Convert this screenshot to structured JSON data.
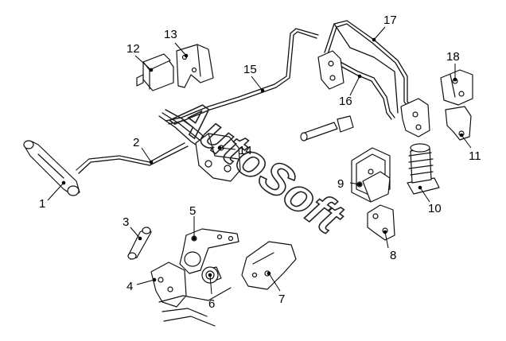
{
  "watermark": "AutoSoft",
  "callouts": [
    {
      "id": "1",
      "label": "1"
    },
    {
      "id": "2",
      "label": "2"
    },
    {
      "id": "3",
      "label": "3"
    },
    {
      "id": "4",
      "label": "4"
    },
    {
      "id": "5",
      "label": "5"
    },
    {
      "id": "6",
      "label": "6"
    },
    {
      "id": "7",
      "label": "7"
    },
    {
      "id": "8",
      "label": "8"
    },
    {
      "id": "9",
      "label": "9"
    },
    {
      "id": "10",
      "label": "10"
    },
    {
      "id": "11",
      "label": "11"
    },
    {
      "id": "12",
      "label": "12"
    },
    {
      "id": "13",
      "label": "13"
    },
    {
      "id": "14",
      "label": "14"
    },
    {
      "id": "15",
      "label": "15"
    },
    {
      "id": "16",
      "label": "16"
    },
    {
      "id": "17",
      "label": "17"
    },
    {
      "id": "18",
      "label": "18"
    }
  ]
}
